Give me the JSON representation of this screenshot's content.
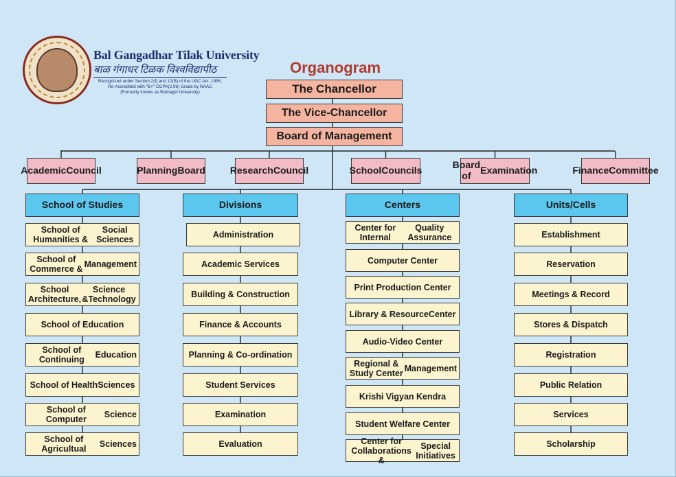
{
  "university": {
    "name": "Bal Gangadhar Tilak University",
    "name_hindi": "बाळ गंगाधर टिळक विश्वविद्यापीठ",
    "note_line1": "Recognized under Section 2(f) and 12(B) of the UGC Act, 1956,",
    "note_line2": "Re-Accredited with \"B+\" CGPA(2.96) Grade by NAAC",
    "note_line3": "(Formerly known as Ratnagiri University)"
  },
  "title": "Organogram",
  "top": {
    "chancellor": "The Chancellor",
    "vice_chancellor": "The Vice-Chancellor",
    "board_of_management": "Board of Management"
  },
  "bodies": [
    {
      "l1": "Academic",
      "l2": "Council"
    },
    {
      "l1": "Planning",
      "l2": "Board"
    },
    {
      "l1": "Research",
      "l2": "Council"
    },
    {
      "l1": "School",
      "l2": "Councils"
    },
    {
      "l1": "Board of",
      "l2": "Examination"
    },
    {
      "l1": "Finance",
      "l2": "Committee"
    }
  ],
  "columns": [
    {
      "header": "School of Studies",
      "items": [
        [
          "School of Humanities &",
          "Social Sciences"
        ],
        [
          "School of Commerce &",
          "Management"
        ],
        [
          "School Architecture,",
          "Science &Technology"
        ],
        [
          "School of Education"
        ],
        [
          "School of Continuing",
          "Education"
        ],
        [
          "School of Health",
          "Sciences"
        ],
        [
          "School of Computer",
          "Science"
        ],
        [
          "School of Agricultual",
          "Sciences"
        ]
      ]
    },
    {
      "header": "Divisions",
      "items": [
        [
          "Administration"
        ],
        [
          "Academic Services"
        ],
        [
          "Building & Construction"
        ],
        [
          "Finance & Accounts"
        ],
        [
          "Planning & Co-ordination"
        ],
        [
          "Student Services"
        ],
        [
          "Examination"
        ],
        [
          "Evaluation"
        ]
      ]
    },
    {
      "header": "Centers",
      "items": [
        [
          "Center for Internal",
          "Quality Assurance"
        ],
        [
          "Computer Center"
        ],
        [
          "Print Production Center"
        ],
        [
          "Library & Resource",
          "Center"
        ],
        [
          "Audio-Video Center"
        ],
        [
          "Regional & Study Center",
          "Management"
        ],
        [
          "Krishi Vigyan Kendra"
        ],
        [
          "Student Welfare Center"
        ],
        [
          "Center for Collaborations &",
          "Special Initiatives"
        ]
      ]
    },
    {
      "header": "Units/Cells",
      "items": [
        [
          "Establishment"
        ],
        [
          "Reservation"
        ],
        [
          "Meetings & Record"
        ],
        [
          "Stores & Dispatch"
        ],
        [
          "Registration"
        ],
        [
          "Public Relation"
        ],
        [
          "Services"
        ],
        [
          "Scholarship"
        ]
      ]
    }
  ]
}
